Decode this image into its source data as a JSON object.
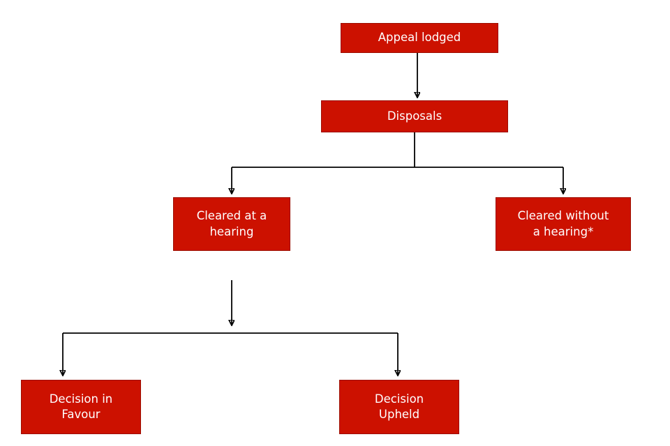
{
  "diagram": {
    "type": "flowchart",
    "nodes": {
      "appeal_lodged": {
        "label": "Appeal lodged"
      },
      "disposals": {
        "label": "Disposals"
      },
      "cleared_hearing": {
        "label": "Cleared at a\nhearing"
      },
      "cleared_without": {
        "label": "Cleared without\na hearing*"
      },
      "decision_favour": {
        "label": "Decision in\nFavour"
      },
      "decision_upheld": {
        "label": "Decision\nUpheld"
      }
    },
    "edges": [
      {
        "from": "appeal_lodged",
        "to": "disposals"
      },
      {
        "from": "disposals",
        "to": "cleared_hearing"
      },
      {
        "from": "disposals",
        "to": "cleared_without"
      },
      {
        "from": "cleared_hearing",
        "to": "decision_favour"
      },
      {
        "from": "cleared_hearing",
        "to": "decision_upheld"
      }
    ],
    "colors": {
      "node_fill": "#cc1100",
      "node_border": "#9c0d00",
      "node_text": "#ffffff",
      "connector": "#000000"
    }
  }
}
